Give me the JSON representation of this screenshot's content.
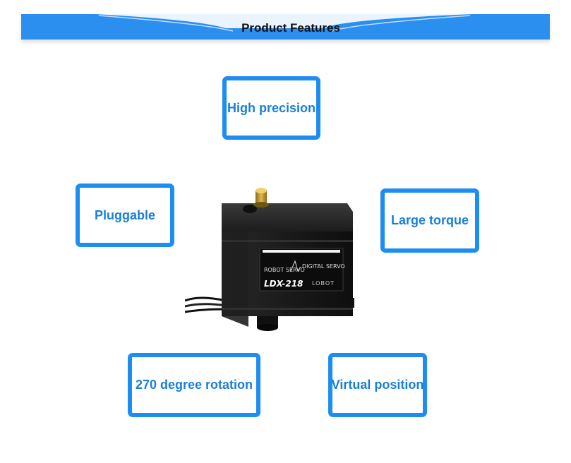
{
  "header": {
    "title": "Product Features"
  },
  "features": {
    "high_precision": "High precision",
    "pluggable": "Pluggable",
    "large_torque": "Large torque",
    "rotation": "270 degree rotation",
    "virtual_position": "Virtual position"
  },
  "product": {
    "label_left": "ROBOT SERVO",
    "label_right": "DIGITAL SERVO",
    "model": "LDX-218",
    "brand": "LOBOT"
  },
  "colors": {
    "accent": "#1e8df2",
    "banner": "#2b8ff0",
    "text_blue": "#1a7fd8",
    "servo_body": "#1b1b1b"
  }
}
